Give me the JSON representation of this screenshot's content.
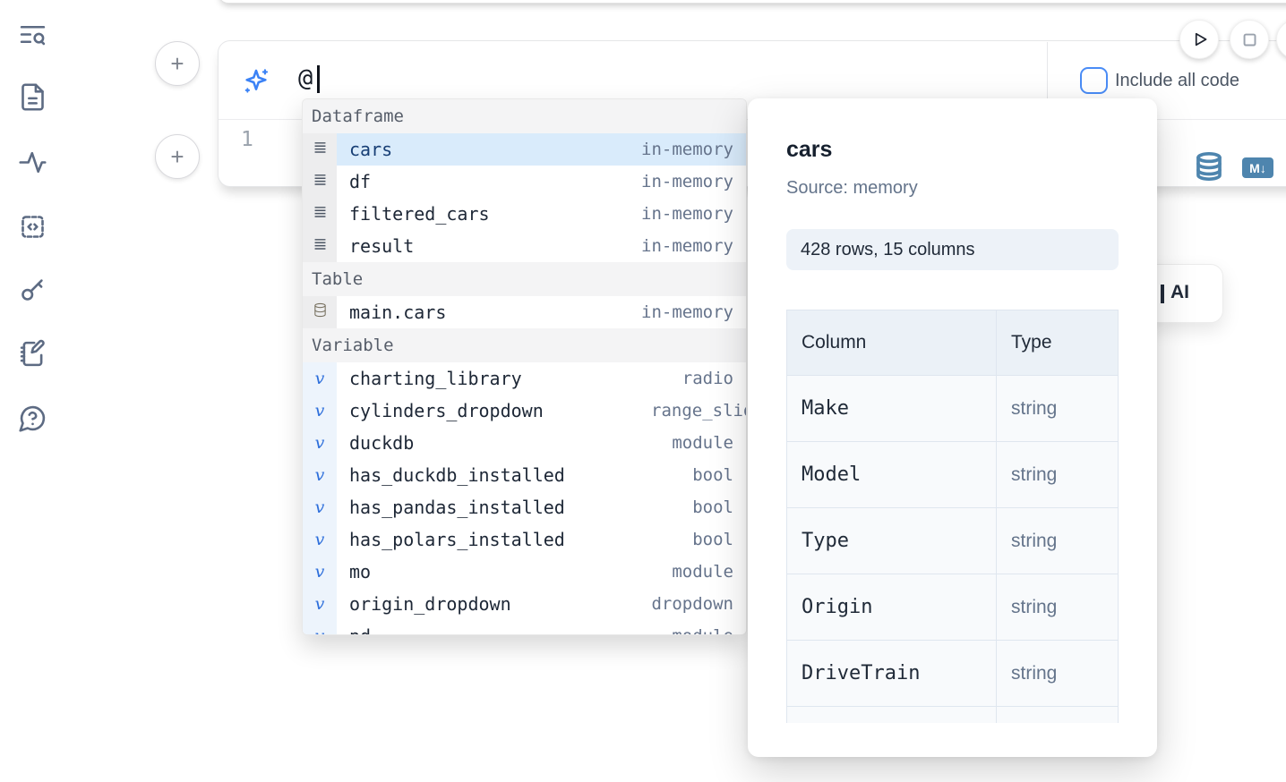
{
  "colors": {
    "accent_blue": "#3b82f6",
    "steel_blue": "#4e85ae",
    "selection_blue": "#d9ebfb",
    "checkbox_blue": "#4a8cf6"
  },
  "sidebar": {
    "icons": [
      "text-search-icon",
      "file-text-icon",
      "activity-icon",
      "code-square-icon",
      "key-icon",
      "notebook-pen-icon",
      "help-chat-icon"
    ]
  },
  "cell": {
    "add_cell_top_label": "+",
    "add_cell_bottom_label": "+",
    "ai_input_value": "@",
    "include_all_code_label": "Include all code",
    "line_number": "1",
    "markdown_badge": "M↓"
  },
  "run_controls": {
    "icons": [
      "play-icon",
      "stop-icon",
      "partial-circle-icon"
    ]
  },
  "autocomplete": {
    "sections": [
      {
        "label": "Dataframe",
        "items": [
          {
            "icon": "dataframe-icon",
            "name": "cars",
            "type": "in-memory",
            "selected": true
          },
          {
            "icon": "dataframe-icon",
            "name": "df",
            "type": "in-memory"
          },
          {
            "icon": "dataframe-icon",
            "name": "filtered_cars",
            "type": "in-memory"
          },
          {
            "icon": "dataframe-icon",
            "name": "result",
            "type": "in-memory"
          }
        ]
      },
      {
        "label": "Table",
        "items": [
          {
            "icon": "database-icon",
            "name": "main.cars",
            "type": "in-memory"
          }
        ]
      },
      {
        "label": "Variable",
        "items": [
          {
            "icon": "variable-icon",
            "name": "charting_library",
            "type": "radio"
          },
          {
            "icon": "variable-icon",
            "name": "cylinders_dropdown",
            "type": "range_slider",
            "type_clipped": true
          },
          {
            "icon": "variable-icon",
            "name": "duckdb",
            "type": "module"
          },
          {
            "icon": "variable-icon",
            "name": "has_duckdb_installed",
            "type": "bool"
          },
          {
            "icon": "variable-icon",
            "name": "has_pandas_installed",
            "type": "bool"
          },
          {
            "icon": "variable-icon",
            "name": "has_polars_installed",
            "type": "bool"
          },
          {
            "icon": "variable-icon",
            "name": "mo",
            "type": "module"
          },
          {
            "icon": "variable-icon",
            "name": "origin_dropdown",
            "type": "dropdown"
          },
          {
            "icon": "variable-icon",
            "name": "pd",
            "type": "module"
          }
        ]
      }
    ]
  },
  "preview": {
    "title": "cars",
    "source_label": "Source: memory",
    "shape_badge": "428 rows, 15 columns",
    "table": {
      "headers": [
        "Column",
        "Type"
      ],
      "rows": [
        [
          "Make",
          "string"
        ],
        [
          "Model",
          "string"
        ],
        [
          "Type",
          "string"
        ],
        [
          "Origin",
          "string"
        ],
        [
          "DriveTrain",
          "string"
        ]
      ],
      "clipped_extra_row": true
    }
  },
  "ai_card": {
    "visible_label": "AI"
  }
}
